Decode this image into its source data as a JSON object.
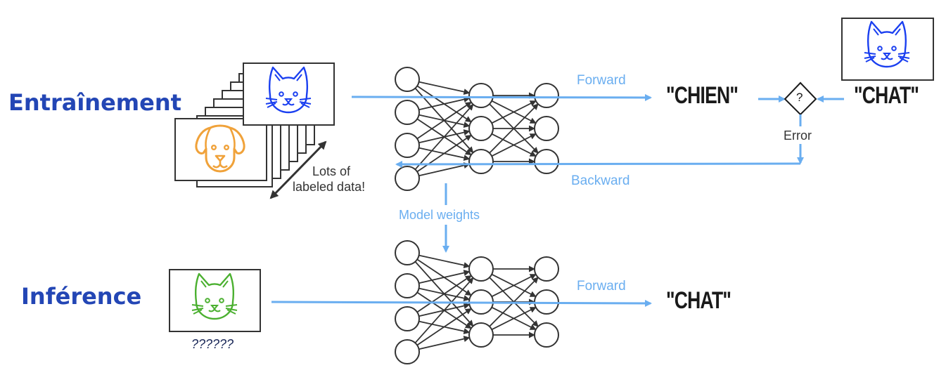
{
  "colors": {
    "title": "#2346b5",
    "flow": "#6aaef0",
    "network": "#333333",
    "cat_train": "#1a3ff0",
    "dog": "#f0a23a",
    "cat_infer": "#4bb030",
    "label_text": "#1a1a1a"
  },
  "training": {
    "title": "Entraînement",
    "dataset_note_line1": "Lots of",
    "dataset_note_line2": "labeled data!",
    "forward_label": "Forward",
    "backward_label": "Backward",
    "prediction": "\"CHIEN\"",
    "comparator_symbol": "?",
    "error_label": "Error",
    "ground_truth": "\"CHAT\"",
    "images": [
      "dog-icon",
      "cat-icon"
    ]
  },
  "transfer": {
    "label": "Model weights"
  },
  "inference": {
    "title": "Inférence",
    "input_caption": "??????",
    "forward_label": "Forward",
    "prediction": "\"CHAT\"",
    "image": "cat-icon"
  },
  "network": {
    "layers": [
      4,
      3,
      3
    ]
  }
}
